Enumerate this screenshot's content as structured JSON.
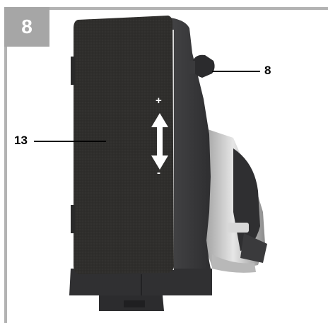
{
  "figure": {
    "number": "8",
    "callouts": [
      {
        "id": "adjust-knob",
        "label": "8"
      },
      {
        "id": "sanding-belt",
        "label": "13"
      }
    ],
    "arrow_signs": {
      "top": "+",
      "bottom": "-"
    }
  },
  "colors": {
    "frame": "#b3b3b3",
    "badge": "#a6a6a6",
    "belt": "#2e2d2b",
    "housing": "#3b3b3d",
    "metal": "#c9c9c9"
  }
}
